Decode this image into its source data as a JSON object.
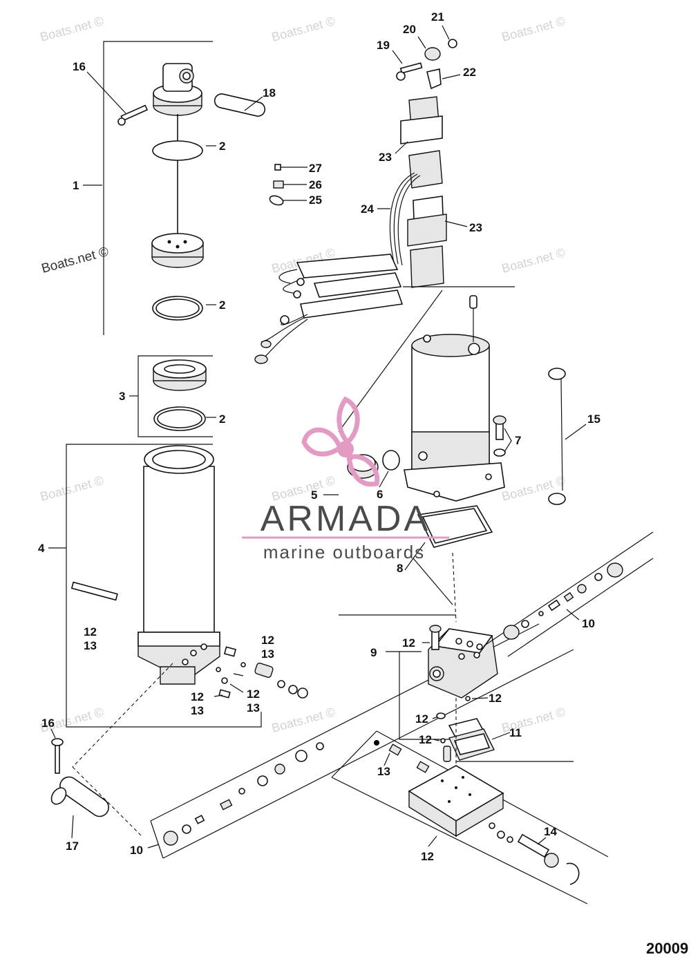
{
  "watermark": "Boats.net ©",
  "brand": {
    "name": "ARMADA",
    "tagline": "marine outboards",
    "accent_color": "#e39bc3",
    "text_color": "#4a4a4a"
  },
  "figure_number": "20009",
  "callouts": {
    "c16a": "16",
    "c18": "18",
    "c2a": "2",
    "c1": "1",
    "c2b": "2",
    "c3": "3",
    "c2c": "2",
    "c4": "4",
    "c12a": "12",
    "c13a": "13",
    "c12b": "12",
    "c13b": "13",
    "c12c": "12",
    "c13c": "13",
    "c12d": "12",
    "c13d": "13",
    "c16b": "16",
    "c17": "17",
    "c10a": "10",
    "c21": "21",
    "c20": "20",
    "c19": "19",
    "c22": "22",
    "c23a": "23",
    "c27": "27",
    "c26": "26",
    "c25": "25",
    "c24": "24",
    "c23b": "23",
    "c15": "15",
    "c7": "7",
    "c5": "5",
    "c6": "6",
    "c8": "8",
    "c10b": "10",
    "c9": "9",
    "c12e": "12",
    "c12f": "12",
    "c12g": "12",
    "c11": "11",
    "c12h": "12",
    "c13e": "13",
    "c14": "14",
    "c12i": "12"
  }
}
